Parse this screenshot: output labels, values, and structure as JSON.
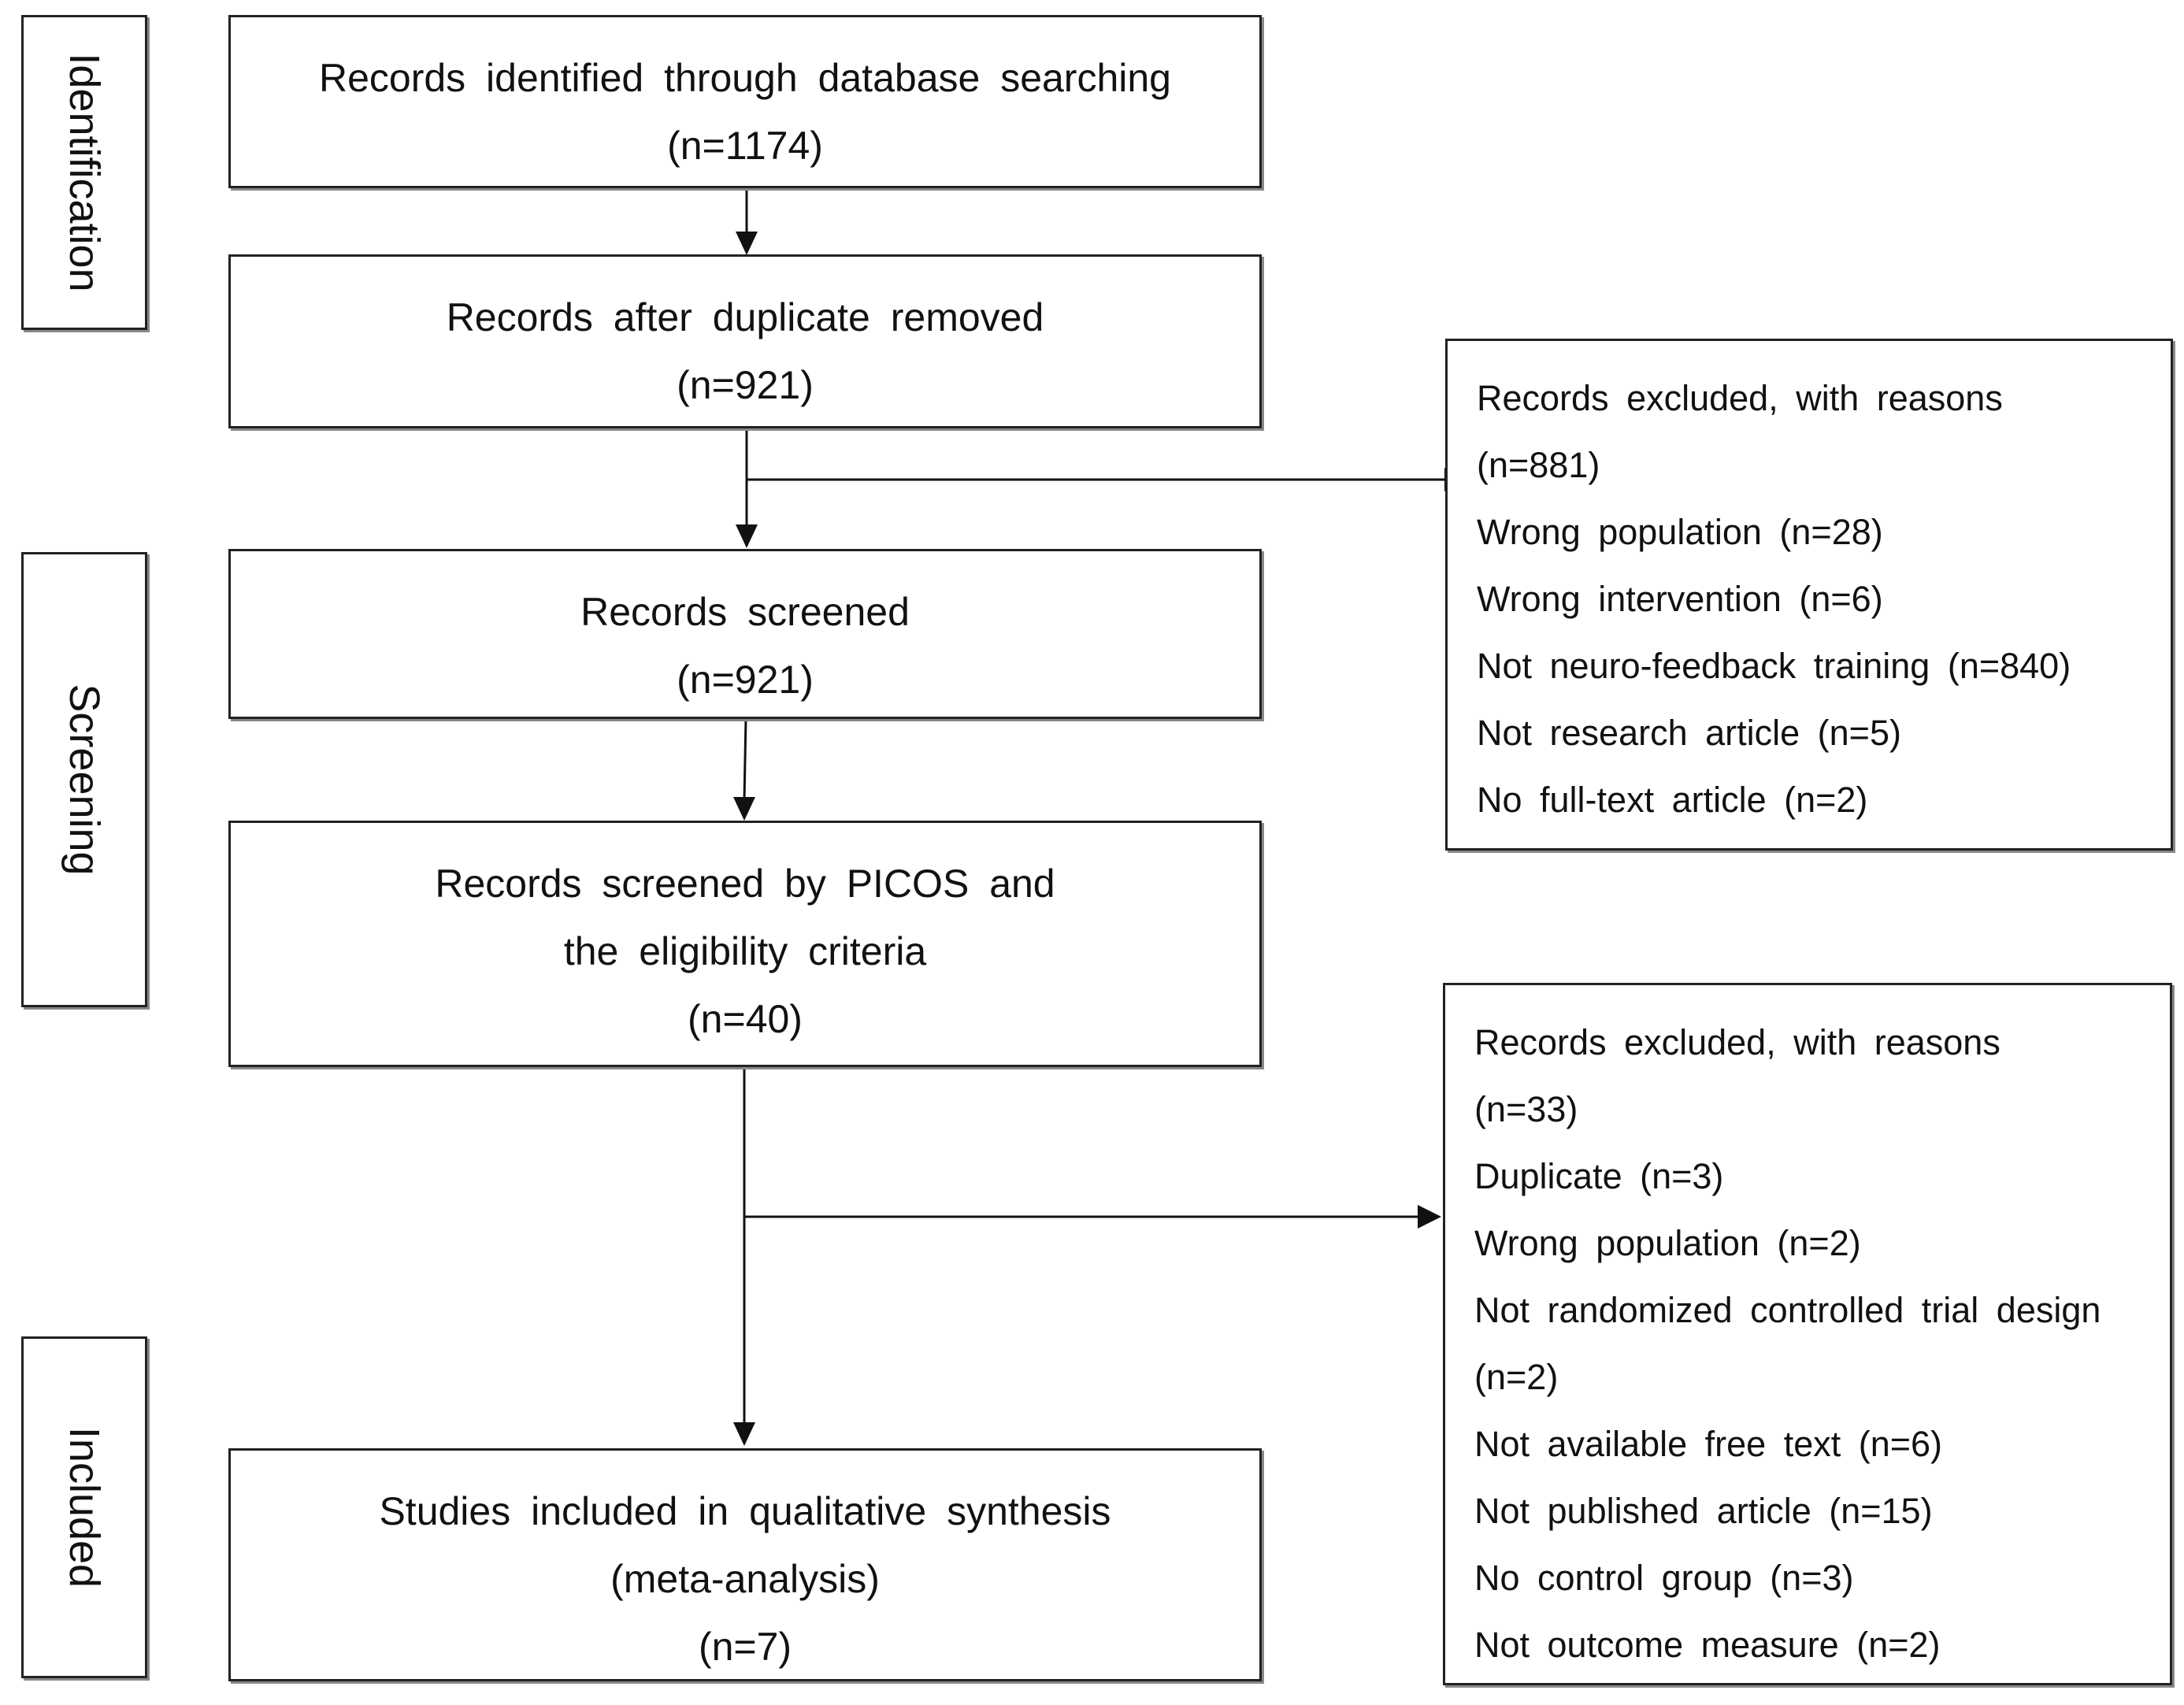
{
  "stages": {
    "identification": "Identification",
    "screening": "Screening",
    "included": "Included"
  },
  "boxes": {
    "identified": {
      "line1": "Records identified through database searching",
      "line2": "(n=1174)"
    },
    "after_duplicates": {
      "line1": "Records after duplicate removed",
      "line2": "(n=921)"
    },
    "screened": {
      "line1": "Records screened",
      "line2": "(n=921)"
    },
    "picos": {
      "line1": "Records screened by PICOS and",
      "line2": "the eligibility criteria",
      "line3": "(n=40)"
    },
    "included_studies": {
      "line1": "Studies included in qualitative synthesis",
      "line2": "(meta-analysis)",
      "line3": "(n=7)"
    }
  },
  "exclusions_1": [
    "Records excluded, with reasons",
    "(n=881)",
    "Wrong population (n=28)",
    "Wrong intervention (n=6)",
    "Not neuro-feedback training (n=840)",
    "Not research article (n=5)",
    "No full-text article (n=2)"
  ],
  "exclusions_2": [
    "Records excluded, with reasons",
    "(n=33)",
    "Duplicate (n=3)",
    "Wrong population (n=2)",
    "Not randomized controlled trial design",
    "(n=2)",
    "Not available free text (n=6)",
    "Not published article (n=15)",
    "No control group (n=3)",
    "Not outcome measure (n=2)"
  ]
}
